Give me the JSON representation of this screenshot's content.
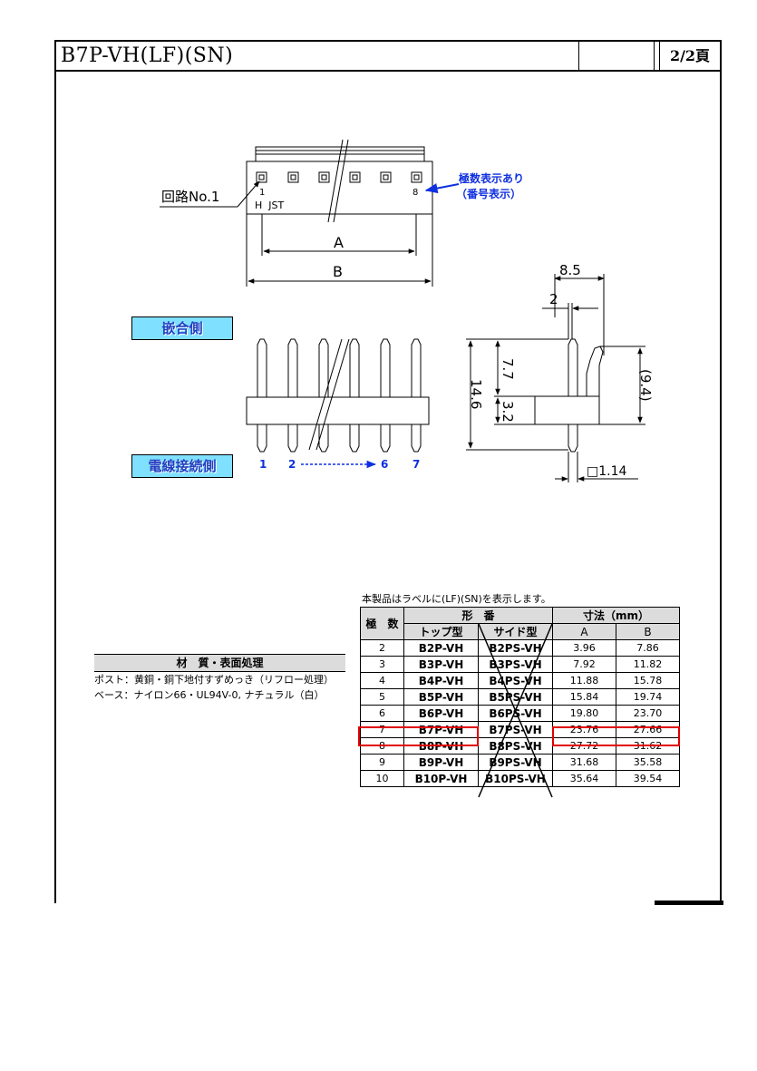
{
  "header": {
    "title": "B7P-VH(LF)(SN)",
    "page": "2/2頁"
  },
  "drawing": {
    "circuit_label": "回路No.1",
    "pin_first": "1",
    "pin_last": "8",
    "housing_mark": "H  JST",
    "polarity_note_1": "極数表示あり",
    "polarity_note_2": "（番号表示）",
    "dim_a": "A",
    "dim_b": "B",
    "dim_8_5": "8.5",
    "dim_2": "2",
    "dim_7_7": "7.7",
    "dim_14_6": "14.6",
    "dim_3_2": "3.2",
    "dim_9_4": "(9.4)",
    "dim_1_14": "□1.14",
    "side_mating": "嵌合側",
    "side_wire": "電線接続側",
    "pin_seq": [
      "1",
      "2",
      "6",
      "7"
    ]
  },
  "material": {
    "heading": "材　質・表面処理",
    "lines": [
      "ポスト：黄銅・銅下地付すずめっき（リフロー処理）",
      "ベース：ナイロン66・UL94V-0, ナチュラル（白）"
    ]
  },
  "table": {
    "note": "本製品はラベルに(LF)(SN)を表示します。",
    "h_poles": "極　数",
    "h_model": "形　番",
    "h_dims": "寸法（mm）",
    "h_top": "トップ型",
    "h_side": "サイド型",
    "h_a": "A",
    "h_b": "B",
    "rows": [
      {
        "poles": "2",
        "top": "B2P-VH",
        "side": "B2PS-VH",
        "a": "3.96",
        "b": "7.86"
      },
      {
        "poles": "3",
        "top": "B3P-VH",
        "side": "B3PS-VH",
        "a": "7.92",
        "b": "11.82"
      },
      {
        "poles": "4",
        "top": "B4P-VH",
        "side": "B4PS-VH",
        "a": "11.88",
        "b": "15.78"
      },
      {
        "poles": "5",
        "top": "B5P-VH",
        "side": "B5PS-VH",
        "a": "15.84",
        "b": "19.74"
      },
      {
        "poles": "6",
        "top": "B6P-VH",
        "side": "B6PS-VH",
        "a": "19.80",
        "b": "23.70"
      },
      {
        "poles": "7",
        "top": "B7P-VH",
        "side": "B7PS-VH",
        "a": "23.76",
        "b": "27.66"
      },
      {
        "poles": "8",
        "top": "B8P-VH",
        "side": "B8PS-VH",
        "a": "27.72",
        "b": "31.62"
      },
      {
        "poles": "9",
        "top": "B9P-VH",
        "side": "B9PS-VH",
        "a": "31.68",
        "b": "35.58"
      },
      {
        "poles": "10",
        "top": "B10P-VH",
        "side": "B10PS-VH",
        "a": "35.64",
        "b": "39.54"
      }
    ],
    "highlight_row": 5
  },
  "colors": {
    "badge_fill": "#80e0ff",
    "badge_text": "#2040c0",
    "accent_blue": "#1030e0",
    "highlight_red": "#e00000"
  }
}
